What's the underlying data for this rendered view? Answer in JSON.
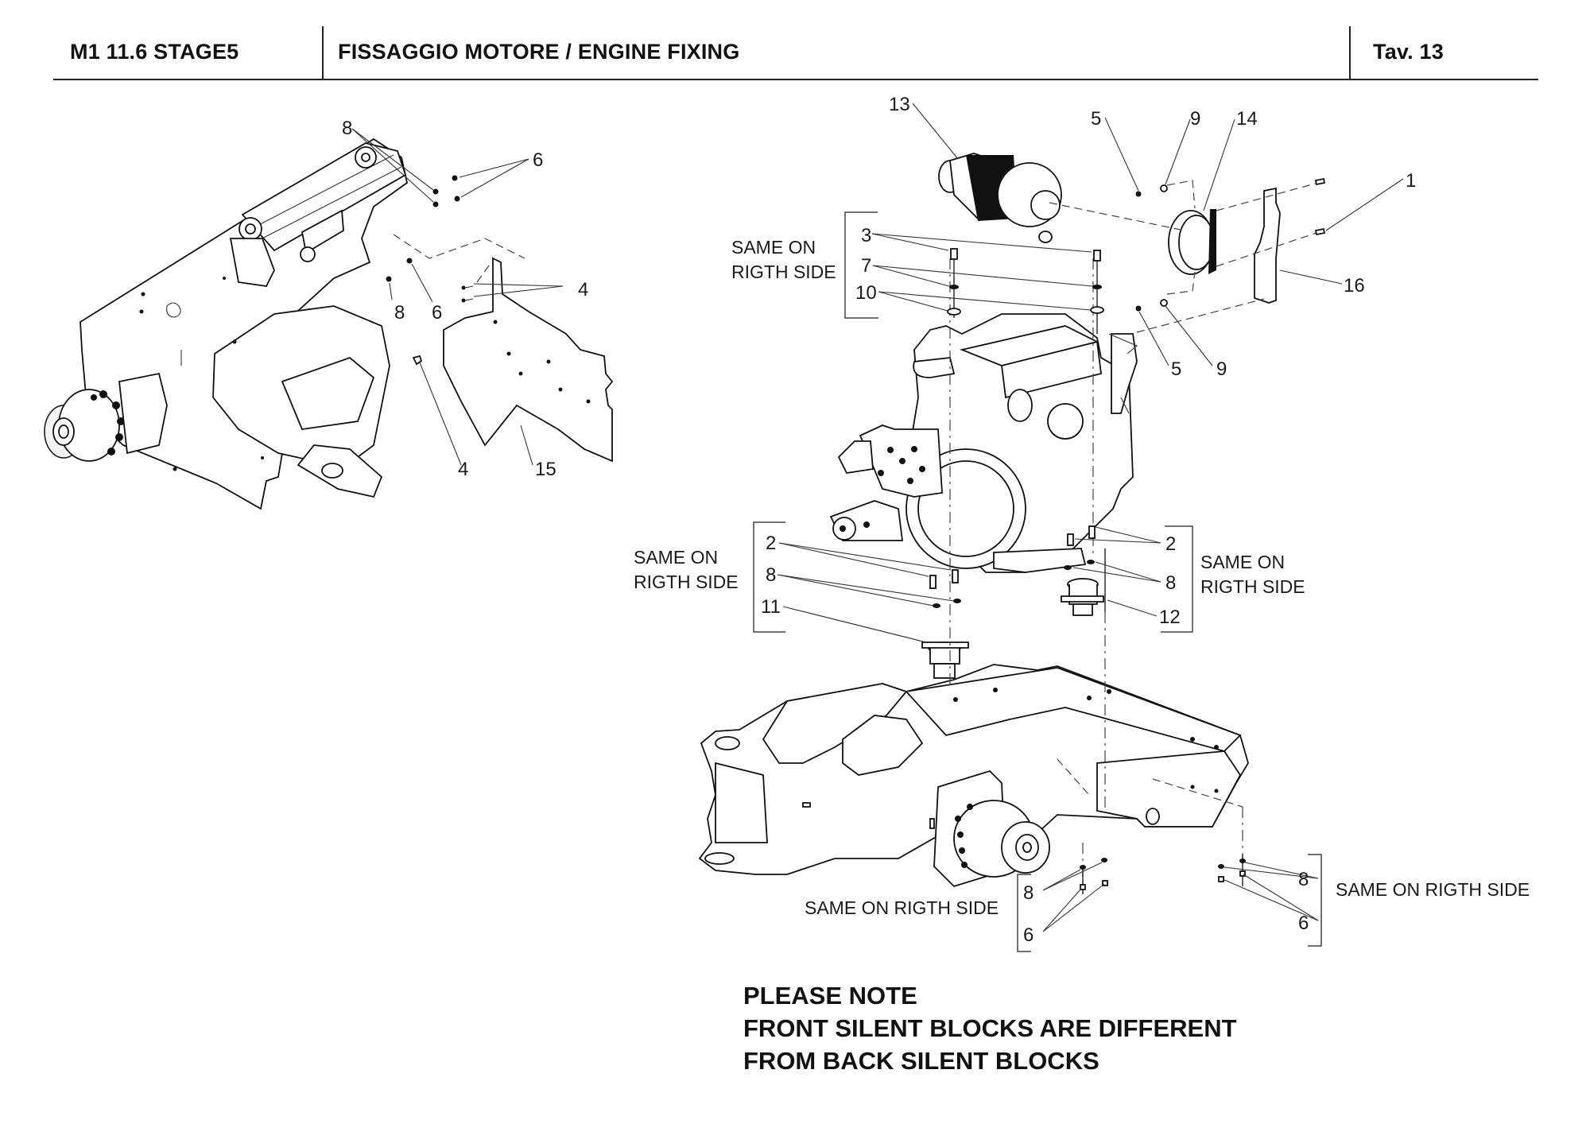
{
  "header": {
    "model": "M1 11.6 STAGE5",
    "title": "FISSAGGIO MOTORE / ENGINE FIXING",
    "table": "Tav.  13"
  },
  "left_view": {
    "callouts": [
      "8",
      "6",
      "4",
      "8",
      "6",
      "4",
      "15"
    ]
  },
  "right_view": {
    "top_callouts": [
      "13",
      "5",
      "9",
      "14",
      "1",
      "16",
      "5",
      "9"
    ],
    "group_top": {
      "note_line1": "SAME ON",
      "note_line2": "RIGTH SIDE",
      "callouts": [
        "3",
        "7",
        "10"
      ]
    },
    "group_mid_left": {
      "note_line1": "SAME ON",
      "note_line2": "RIGTH SIDE",
      "callouts": [
        "2",
        "8",
        "11"
      ]
    },
    "group_mid_right": {
      "note_line1": "SAME ON",
      "note_line2": "RIGTH SIDE",
      "callouts": [
        "2",
        "8",
        "12"
      ]
    },
    "group_bottom_left": {
      "note": "SAME ON RIGTH SIDE",
      "callouts": [
        "8",
        "6"
      ]
    },
    "group_bottom_right": {
      "note": "SAME ON RIGTH SIDE",
      "callouts": [
        "8",
        "6"
      ]
    }
  },
  "please_note": {
    "line1": "PLEASE NOTE",
    "line2": "FRONT SILENT BLOCKS ARE DIFFERENT",
    "line3": "FROM BACK SILENT BLOCKS"
  }
}
